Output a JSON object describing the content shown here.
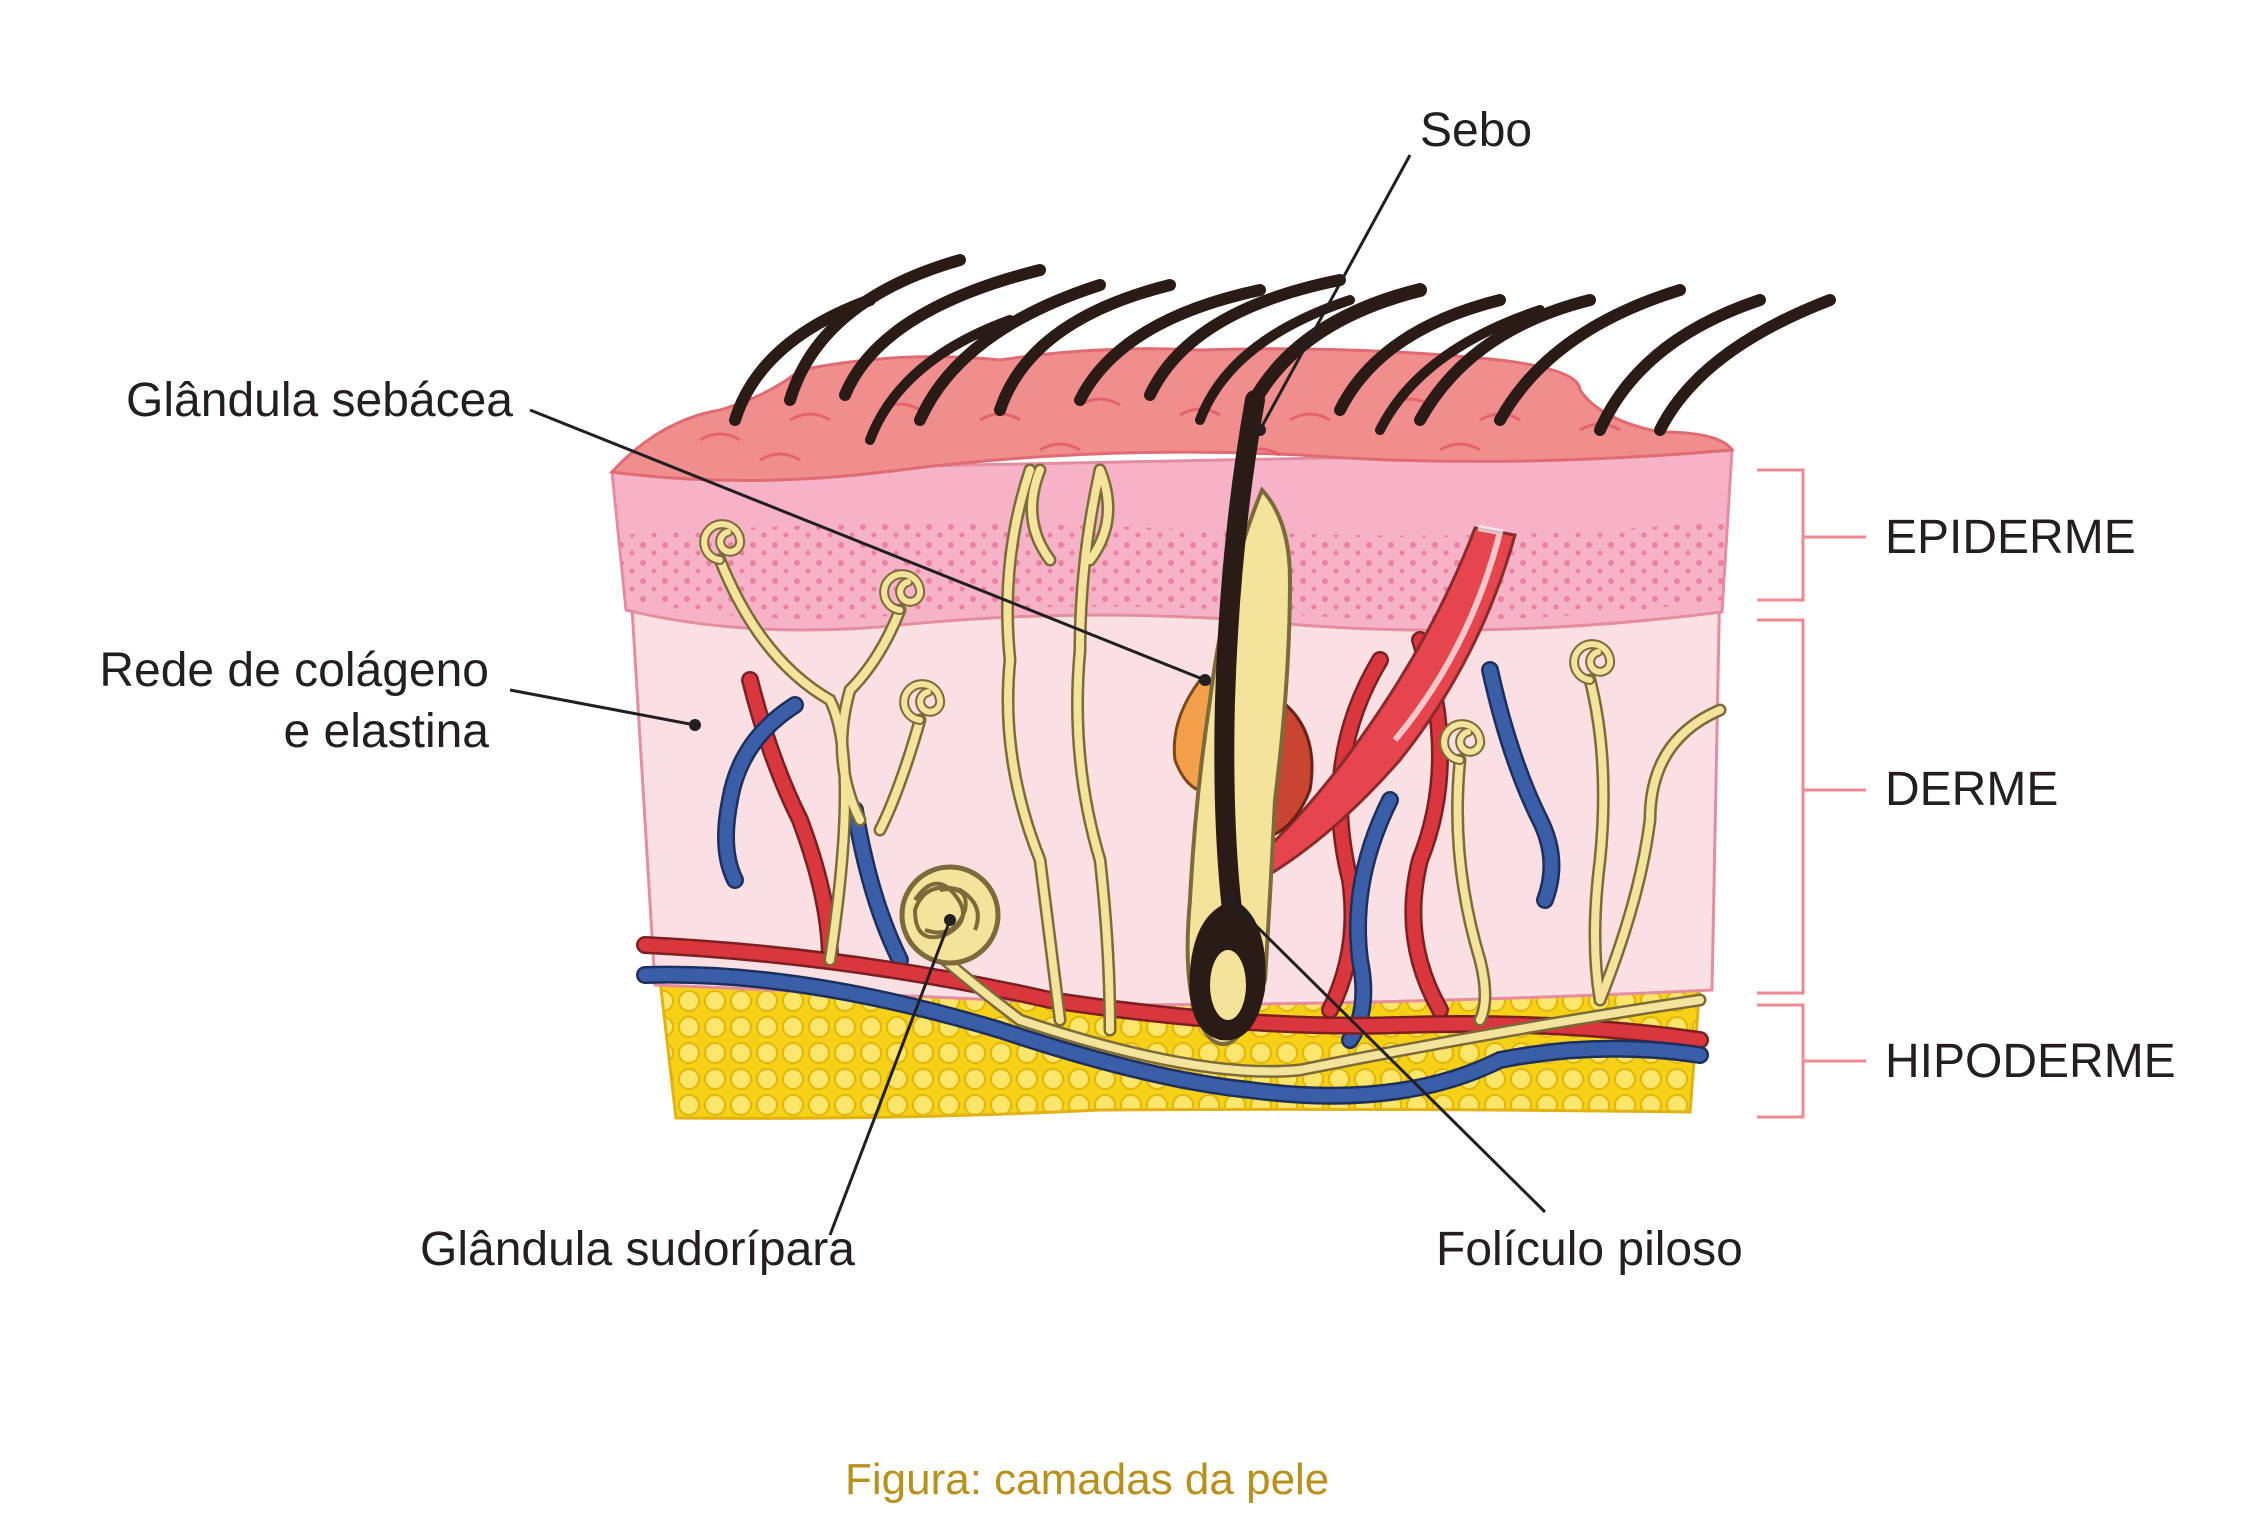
{
  "labels": {
    "sebo": "Sebo",
    "glandula_sebacea": "Glândula sebácea",
    "rede_colageno_line1": "Rede de colágeno",
    "rede_colageno_line2": "e elastina",
    "glandula_sudoripara": "Glândula sudorípara",
    "foliculo_piloso": "Folículo piloso"
  },
  "layers": {
    "epiderme": "EPIDERME",
    "derme": "DERME",
    "hipoderme": "HIPODERME"
  },
  "caption": "Figura: camadas da pele",
  "colors": {
    "surface": "#f08d8d",
    "epidermis": "#f6b3c8",
    "dermis": "#fbe0e3",
    "fat": "#f6d117",
    "nerve": "#f4e39b",
    "artery": "#d9373d",
    "vein": "#3a5fa8",
    "hair": "#2a1b17",
    "bracket": "#ef8a95",
    "caption": "#b8901b"
  }
}
